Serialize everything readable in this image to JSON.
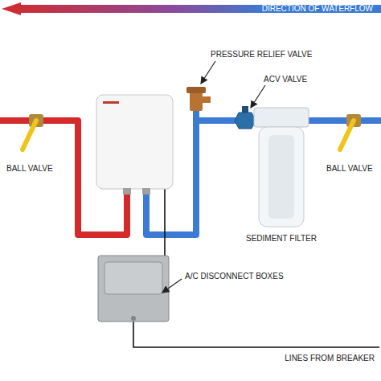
{
  "diagram": {
    "nodes": [
      {
        "text": [
          "DIRECTION OF WATERFLOW"
        ]
      }
    ],
    "labels": [
      "PRESSURE RELIEF VALVE",
      "ACV VALVE",
      "BALL VALVE",
      "BALL VALVE",
      "SEDIMENT FILTER",
      "A/C DISCONNECT BOXES",
      "LINES FROM BREAKER"
    ]
  }
}
